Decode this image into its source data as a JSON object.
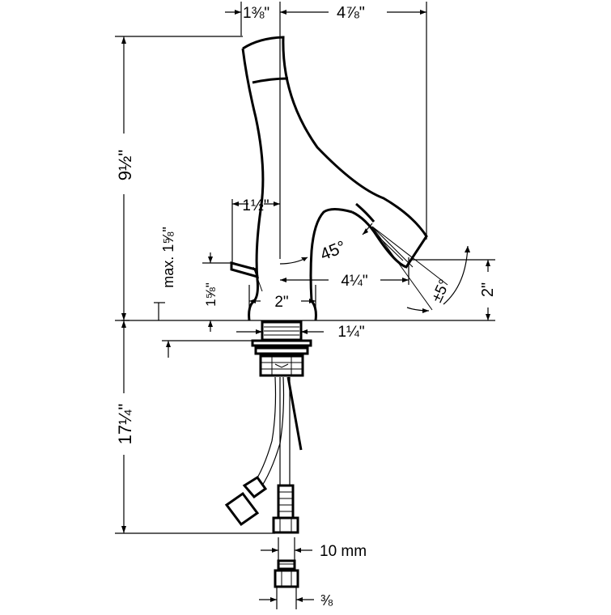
{
  "dimensions": {
    "top_offset": "1⅜\"",
    "top_reach": "4⅞\"",
    "total_height": "9½\"",
    "handle_offset": "1½\"",
    "max_plate": "max. 1⅝\"",
    "lever_height": "1⅝\"",
    "spout_angle": "45°",
    "spout_reach": "4¼\"",
    "base_width": "2\"",
    "spout_height": "2\"",
    "tilt": "±5°",
    "shank_dia": "1¼\"",
    "below_height": "17¼\"",
    "hose_dia": "10 mm",
    "fitting": "⅜"
  }
}
